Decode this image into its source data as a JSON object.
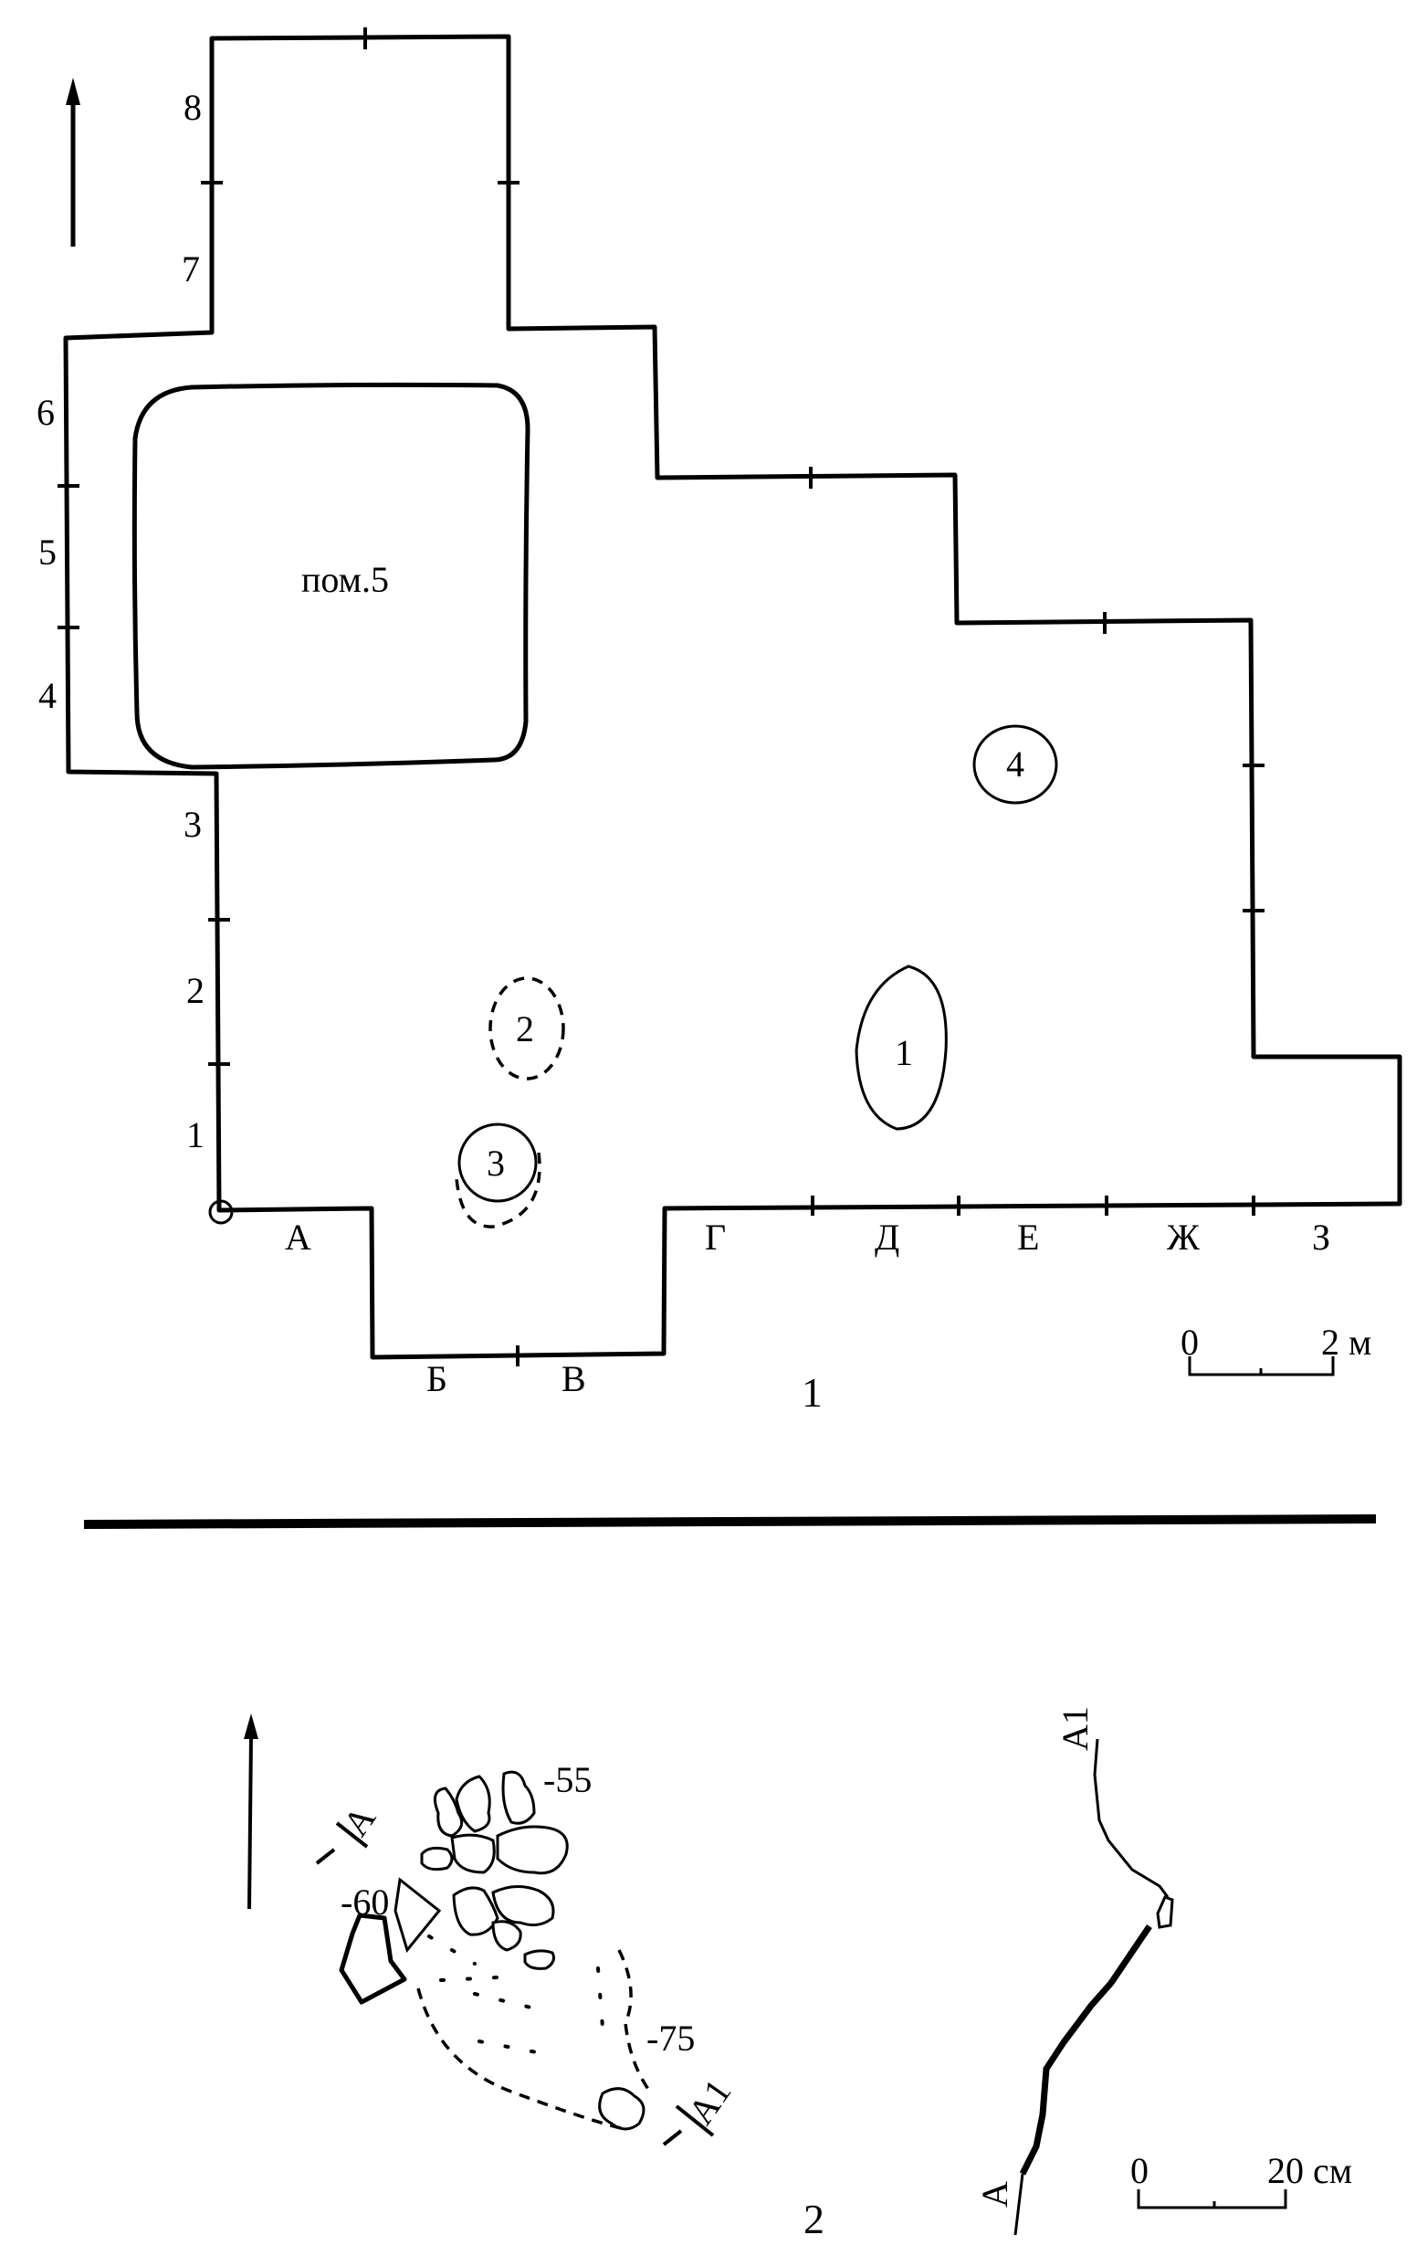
{
  "figure1": {
    "panel_label": "1",
    "room_label": "пом.5",
    "row_labels": [
      "1",
      "2",
      "3",
      "4",
      "5",
      "6",
      "7",
      "8"
    ],
    "col_labels": [
      "А",
      "Б",
      "В",
      "Г",
      "Д",
      "Е",
      "Ж",
      "З"
    ],
    "pit_labels": [
      "1",
      "2",
      "3",
      "4"
    ],
    "scale": {
      "zero": "0",
      "end": "2 м"
    }
  },
  "figure2": {
    "panel_label": "2",
    "depths": [
      "-55",
      "-60",
      "-75"
    ],
    "section_start": "А",
    "section_end": "А1",
    "scale": {
      "zero": "0",
      "end": "20 см"
    }
  }
}
